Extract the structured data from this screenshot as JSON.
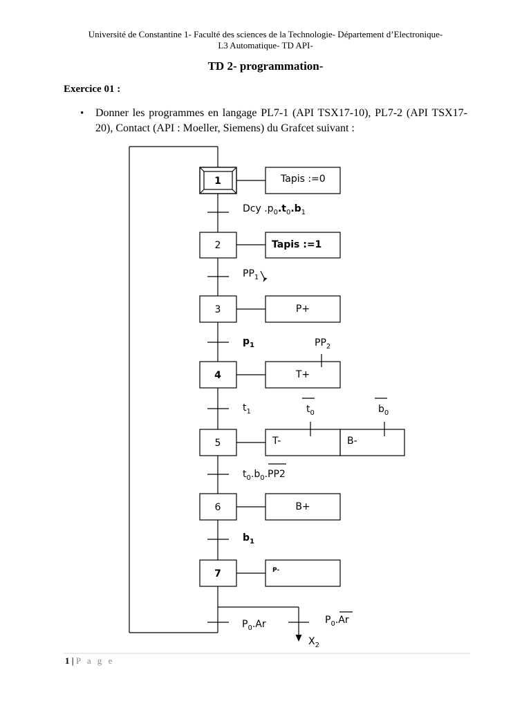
{
  "header": {
    "line1": "Université de Constantine 1- Faculté des sciences de la Technologie- Département d’Electronique-",
    "line2": "L3 Automatique- TD API-"
  },
  "title": "TD 2- programmation-",
  "exercise": {
    "heading": "Exercice 01 :",
    "bullet": "Donner les programmes en langage PL7-1 (API TSX17-10), PL7-2 (API TSX17-20), Contact (API : Moeller, Siemens) du Grafcet suivant :"
  },
  "grafcet": {
    "steps": [
      {
        "label": "1",
        "initial": true
      },
      {
        "label": "2",
        "initial": false
      },
      {
        "label": "3",
        "initial": false
      },
      {
        "label": "4",
        "initial": false
      },
      {
        "label": "5",
        "initial": false
      },
      {
        "label": "6",
        "initial": false
      },
      {
        "label": "7",
        "initial": false
      }
    ],
    "actions": {
      "s1": "Tapis :=0",
      "s2": "Tapis :=1",
      "s3": "P+",
      "s4": "T+",
      "s5a": "T-",
      "s5b": "B-",
      "s6": "B+",
      "s7": "P-"
    },
    "conditions": {
      "c4_pp2": "PP",
      "c4_pp2_sub": "2",
      "c5_t0": "t",
      "c5_t0_sub": "0",
      "c5_b0": "b",
      "c5_b0_sub": "0"
    },
    "transitions": {
      "t1": {
        "a": "Dcy .p",
        "a_sub": "0",
        "b": ".t",
        "b_sub": "0",
        "c": ".b",
        "c_sub": "1"
      },
      "t2": {
        "a": "PP",
        "a_sub": "1"
      },
      "t3": {
        "a": "p",
        "a_sub": "1"
      },
      "t4": {
        "a": "t",
        "a_sub": "1"
      },
      "t5": {
        "a": "t",
        "a_sub": "0",
        "b": ".b",
        "b_sub": "0",
        "c": ".",
        "d": "PP2"
      },
      "t6": {
        "a": "b",
        "a_sub": "1"
      },
      "t7": {
        "a": "P",
        "a_sub": "0",
        "b": ".Ar"
      },
      "t8": {
        "a": "P",
        "a_sub": "0",
        "b": ".",
        "c": "Ar"
      }
    },
    "jump": {
      "a": "X",
      "a_sub": "2"
    }
  },
  "footer": {
    "page_num": "1",
    "separator": "|",
    "page_word": "P a g e"
  }
}
